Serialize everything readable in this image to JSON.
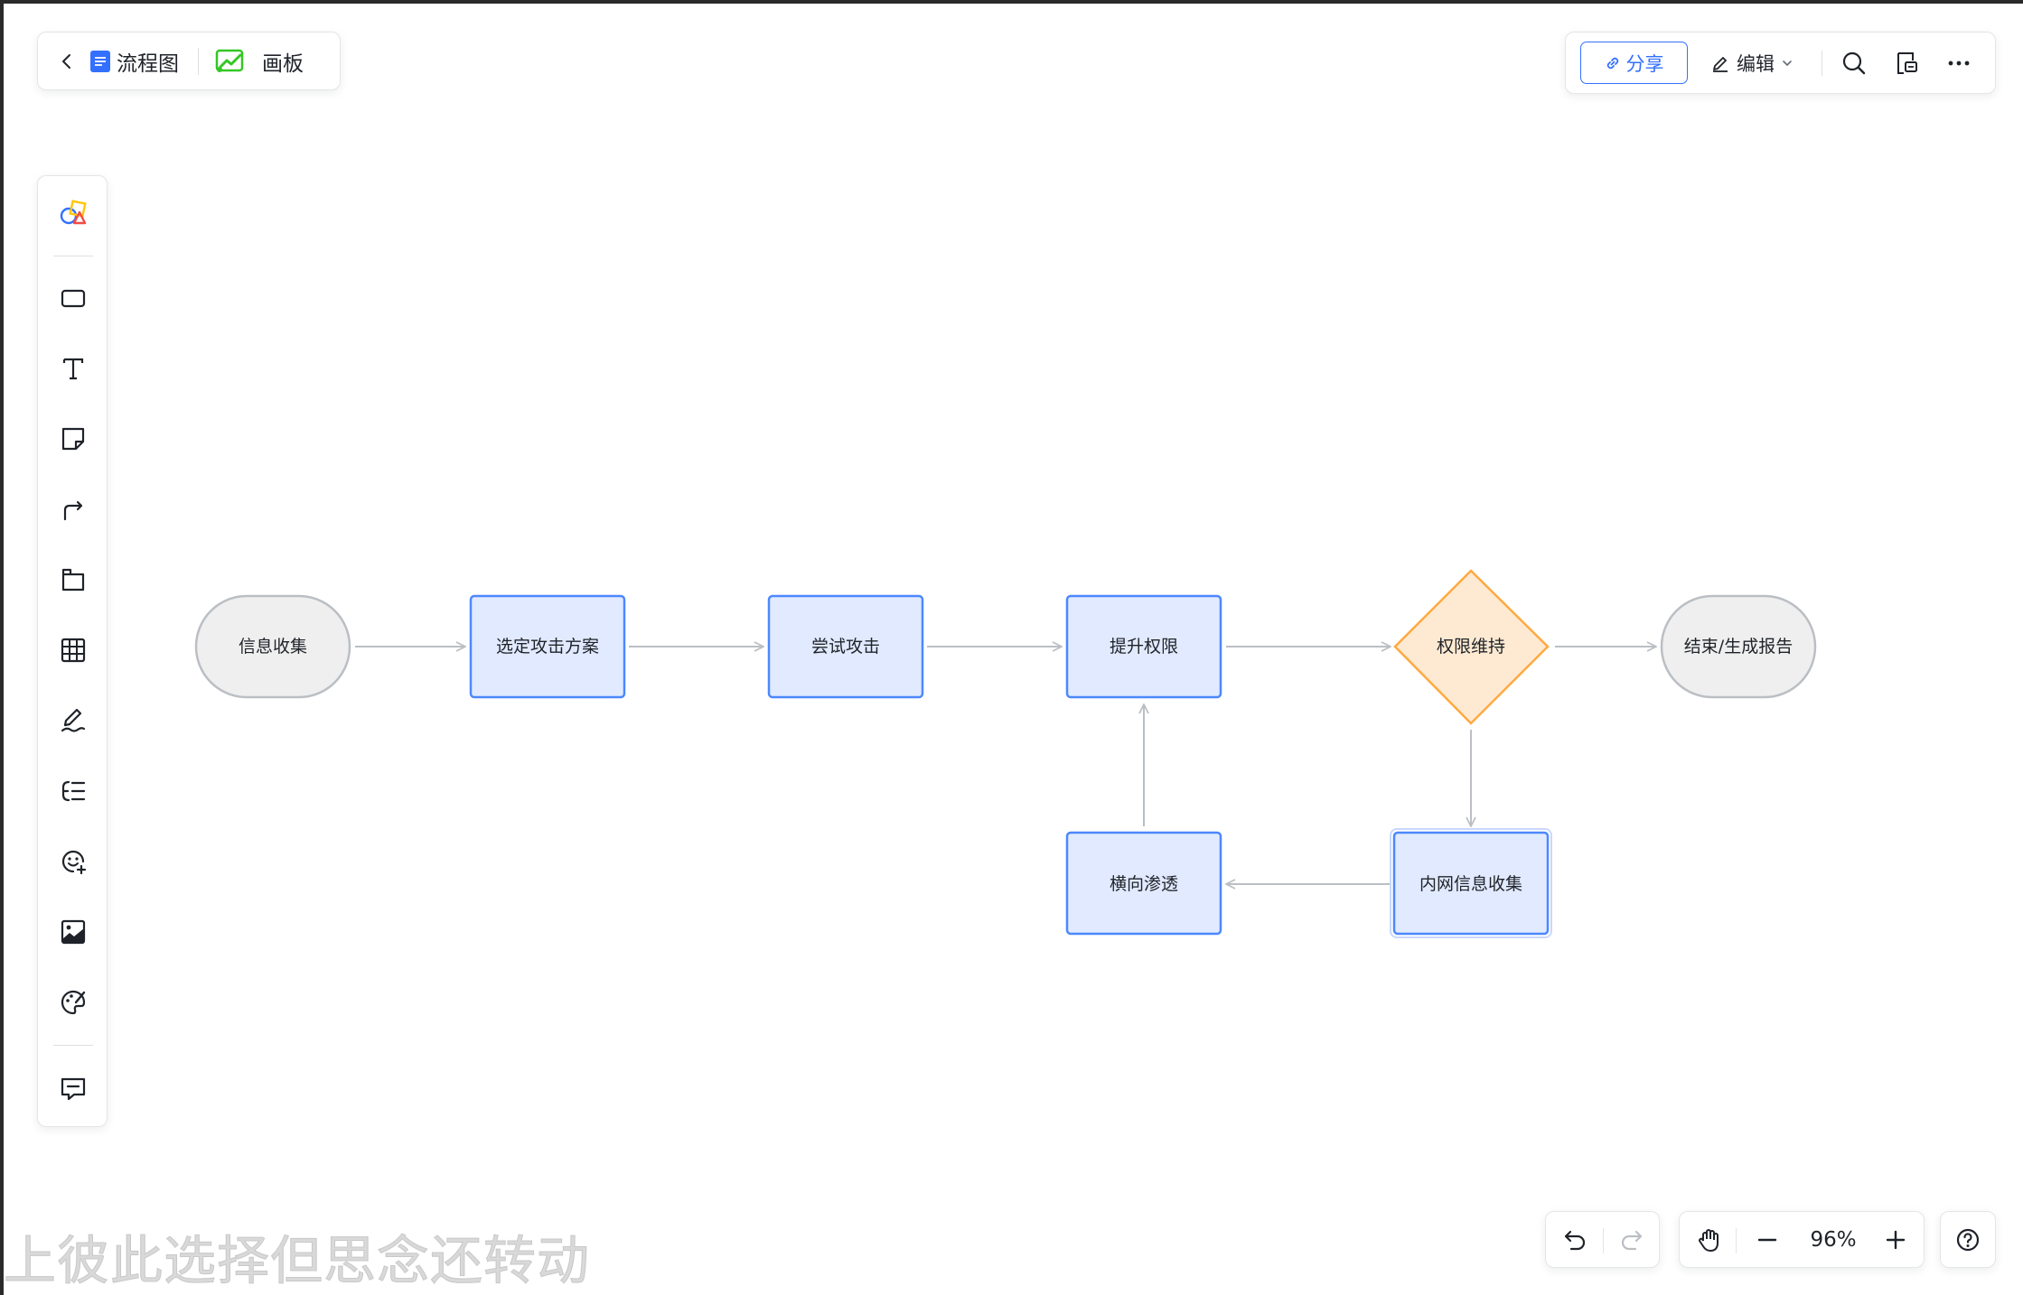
{
  "header": {
    "back_icon": "chevron-left-icon",
    "doc_title": "流程图",
    "board_label": "画板"
  },
  "toolbar_right": {
    "share_label": "分享",
    "edit_label": "编辑",
    "icons": [
      "search-icon",
      "comment-panel-icon",
      "more-icon"
    ]
  },
  "left_tools": [
    "shapes-icon",
    "rectangle-icon",
    "text-icon",
    "sticky-note-icon",
    "connector-icon",
    "frame-icon",
    "table-icon",
    "pen-icon",
    "mindmap-icon",
    "sticker-icon",
    "image-icon",
    "palette-icon",
    "comment-icon"
  ],
  "flowchart": {
    "nodes": [
      {
        "id": "n1",
        "label": "信息收集",
        "shape": "terminal"
      },
      {
        "id": "n2",
        "label": "选定攻击方案",
        "shape": "process"
      },
      {
        "id": "n3",
        "label": "尝试攻击",
        "shape": "process"
      },
      {
        "id": "n4",
        "label": "提升权限",
        "shape": "process"
      },
      {
        "id": "n5",
        "label": "权限维持",
        "shape": "decision"
      },
      {
        "id": "n6",
        "label": "结束/生成报告",
        "shape": "terminal"
      },
      {
        "id": "n7",
        "label": "内网信息收集",
        "shape": "process"
      },
      {
        "id": "n8",
        "label": "横向渗透",
        "shape": "process"
      }
    ],
    "edges": [
      [
        "n1",
        "n2"
      ],
      [
        "n2",
        "n3"
      ],
      [
        "n3",
        "n4"
      ],
      [
        "n4",
        "n5"
      ],
      [
        "n5",
        "n6"
      ],
      [
        "n5",
        "n7"
      ],
      [
        "n7",
        "n8"
      ],
      [
        "n8",
        "n4"
      ]
    ],
    "colors": {
      "process_fill": "#e1eaff",
      "process_stroke": "#4c88ff",
      "terminal_fill": "#efefef",
      "terminal_stroke": "#bbbfc4",
      "decision_fill": "#feead2",
      "decision_stroke": "#ffa940",
      "edge": "#bbbfc4"
    }
  },
  "zoom": {
    "level": "96%"
  },
  "watermark": "上彼此选择但思念还转动"
}
